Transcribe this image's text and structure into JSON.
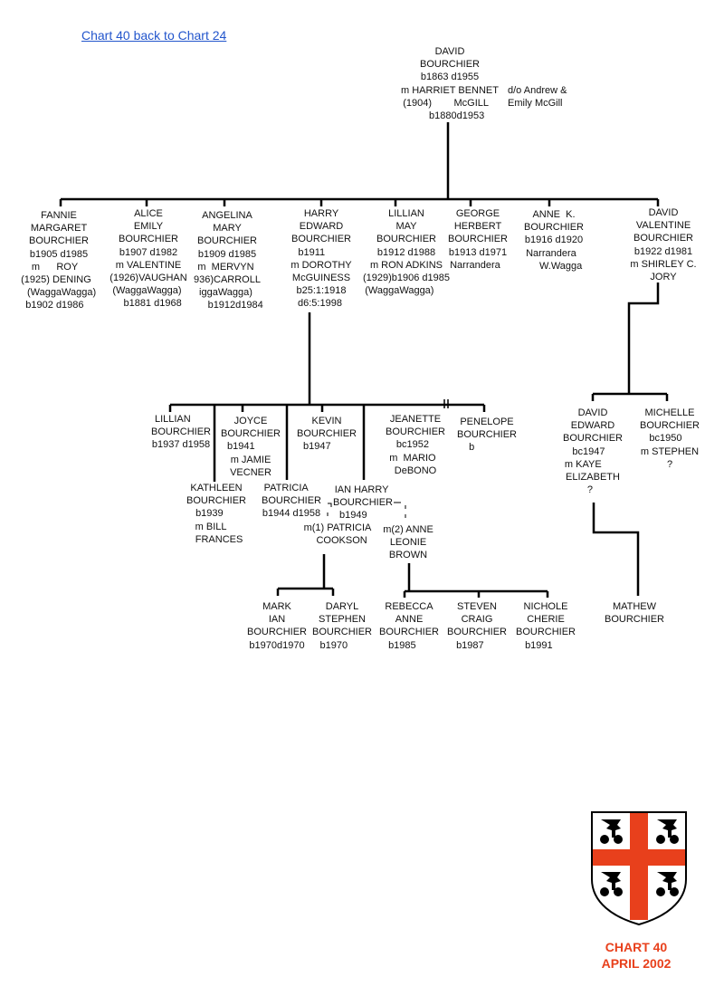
{
  "link": "Chart 40 back to Chart 24",
  "root": {
    "lines": [
      "DAVID",
      "BOURCHIER",
      "b1863 d1955",
      "m HARRIET BENNET",
      "(1904)        McGILL   ",
      "     b1880d1953"
    ],
    "note": [
      "d/o Andrew &",
      "Emily McGill"
    ]
  },
  "gen1": [
    {
      "lines": [
        "FANNIE",
        "MARGARET",
        "BOURCHIER",
        "b1905 d1985",
        "m      ROY   ",
        "(1925) DENING  ",
        "  (WaggaWagga)",
        "b1902 d1986   "
      ]
    },
    {
      "lines": [
        "ALICE",
        "EMILY",
        "BOURCHIER",
        "b1907 d1982",
        "m VALENTINE",
        "(1926)VAUGHAN",
        "(WaggaWagga) ",
        "   b1881 d1968"
      ]
    },
    {
      "lines": [
        "ANGELINA",
        "MARY",
        "BOURCHIER",
        "b1909 d1985",
        "m  MERVYN ",
        "936)CARROLL",
        "iggaWagga) ",
        "      b1912d1984"
      ]
    },
    {
      "lines": [
        "HARRY",
        "EDWARD",
        "BOURCHIER",
        "b1911       ",
        "m DOROTHY",
        "McGUINESS",
        "b25:1:1918",
        "d6:5:1998 "
      ]
    },
    {
      "lines": [
        "LILLIAN",
        "MAY",
        "BOURCHIER",
        "b1912 d1988",
        "m RON ADKINS",
        "(1929)b1906 d1985",
        "(WaggaWagga)     "
      ]
    },
    {
      "lines": [
        "GEORGE",
        "HERBERT",
        "BOURCHIER",
        "b1913 d1971",
        "Narrandera  "
      ]
    },
    {
      "lines": [
        "ANNE  K.",
        "BOURCHIER",
        "b1916 d1920",
        "Narrandera  ",
        "     W.Wagga"
      ]
    },
    {
      "lines": [
        "DAVID",
        "VALENTINE",
        "BOURCHIER",
        "b1922 d1981",
        "m SHIRLEY C.",
        "JORY"
      ]
    }
  ],
  "gen2": [
    {
      "lines": [
        "LILLIAN      ",
        "BOURCHIER",
        "b1937 d1958"
      ]
    },
    {
      "lines": [
        "JOYCE",
        "BOURCHIER",
        "b1941       ",
        "m JAMIE",
        "VECNER"
      ]
    },
    {
      "lines": [
        "KEVIN",
        "BOURCHIER",
        "b1947       "
      ]
    },
    {
      "lines": [
        "JEANETTE",
        "BOURCHIER",
        "bc1952  ",
        "m  MARIO  ",
        "DeBONO"
      ]
    },
    {
      "lines": [
        "PENELOPE",
        "BOURCHIER",
        "b           "
      ]
    },
    {
      "lines": [
        "KATHLEEN",
        "BOURCHIER",
        "b1939     ",
        "m BILL    ",
        "  FRANCES"
      ]
    },
    {
      "lines": [
        "PATRICIA    ",
        "BOURCHIER",
        "b1944 d1958"
      ]
    },
    {
      "lines": [
        "IAN HARRY ",
        "BOURCHIER",
        "b1949       "
      ]
    },
    {
      "lines": [
        "m(1) PATRICIA",
        "   COOKSON"
      ]
    },
    {
      "lines": [
        "m(2) ANNE",
        "LEONIE",
        "BROWN"
      ]
    },
    {
      "lines": [
        "DAVID",
        "EDWARD",
        "BOURCHIER",
        "bc1947   ",
        "m KAYE       ",
        "ELIZABETH",
        "?  "
      ]
    },
    {
      "lines": [
        "MICHELLE",
        "BOURCHIER",
        "bc1950   ",
        "m STEPHEN",
        "?"
      ]
    }
  ],
  "gen3": [
    {
      "lines": [
        "MARK",
        "IAN",
        "BOURCHIER",
        "b1970d1970"
      ]
    },
    {
      "lines": [
        "DARYL",
        "STEPHEN",
        "BOURCHIER",
        "b1970      "
      ]
    },
    {
      "lines": [
        "REBECCA",
        "ANNE",
        "BOURCHIER",
        "b1985     "
      ]
    },
    {
      "lines": [
        "STEVEN",
        "CRAIG",
        "BOURCHIER",
        "b1987     "
      ]
    },
    {
      "lines": [
        "NICHOLE",
        "CHERIE",
        "BOURCHIER",
        "b1991     "
      ]
    },
    {
      "lines": [
        "MATHEW",
        "BOURCHIER"
      ]
    }
  ],
  "footer": {
    "chart": "CHART 40",
    "date": "APRIL 2002"
  },
  "colors": {
    "link": "#2255cc",
    "accent": "#e8401c"
  }
}
